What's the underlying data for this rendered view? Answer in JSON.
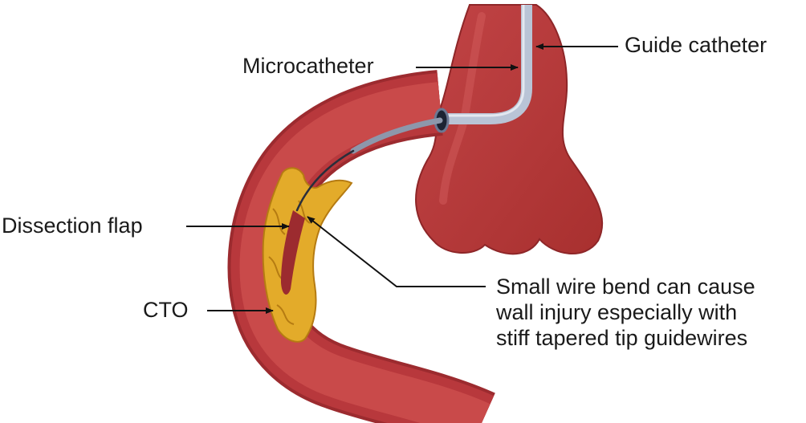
{
  "labels": {
    "guide_catheter": "Guide catheter",
    "microcatheter": "Microcatheter",
    "dissection_flap": "Dissection flap",
    "cto": "CTO",
    "note_lines": [
      "Small wire bend can cause",
      "wall injury especially with",
      "stiff tapered tip guidewires"
    ]
  },
  "colors": {
    "vessel_outline": "#9c2b2f",
    "vessel_wall": "#b8383c",
    "vessel_lumen": "#c94a4a",
    "plaque": "#e3ab2a",
    "plaque_edge": "#b57b12",
    "catheter": "#b9c4d6",
    "wire": "#2a2e3b",
    "arrow": "#111111"
  }
}
